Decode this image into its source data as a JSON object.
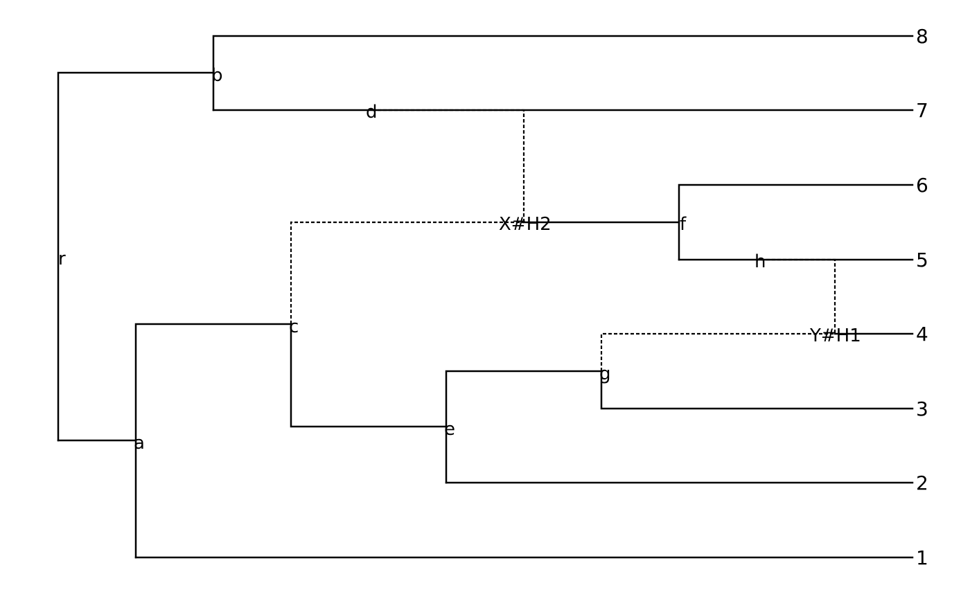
{
  "diagram": {
    "type": "phylogenetic-network",
    "leaves": [
      "8",
      "7",
      "6",
      "5",
      "4",
      "3",
      "2",
      "1"
    ],
    "internal_nodes": [
      "r",
      "b",
      "d",
      "a",
      "c",
      "e",
      "g",
      "X#H2",
      "f",
      "h",
      "Y#H1"
    ],
    "tree_edges": [
      [
        "r",
        "b"
      ],
      [
        "r",
        "a"
      ],
      [
        "b",
        "8"
      ],
      [
        "b",
        "d"
      ],
      [
        "d",
        "7"
      ],
      [
        "a",
        "c"
      ],
      [
        "a",
        "1"
      ],
      [
        "c",
        "e"
      ],
      [
        "e",
        "g"
      ],
      [
        "e",
        "2"
      ],
      [
        "g",
        "3"
      ],
      [
        "g",
        "Y#H1"
      ],
      [
        "c",
        "X#H2"
      ],
      [
        "X#H2",
        "f"
      ],
      [
        "f",
        "6"
      ],
      [
        "f",
        "h"
      ],
      [
        "h",
        "5"
      ],
      [
        "Y#H1",
        "4"
      ]
    ],
    "hybrid_edges": [
      [
        "d",
        "X#H2"
      ],
      [
        "h",
        "Y#H1"
      ]
    ]
  }
}
